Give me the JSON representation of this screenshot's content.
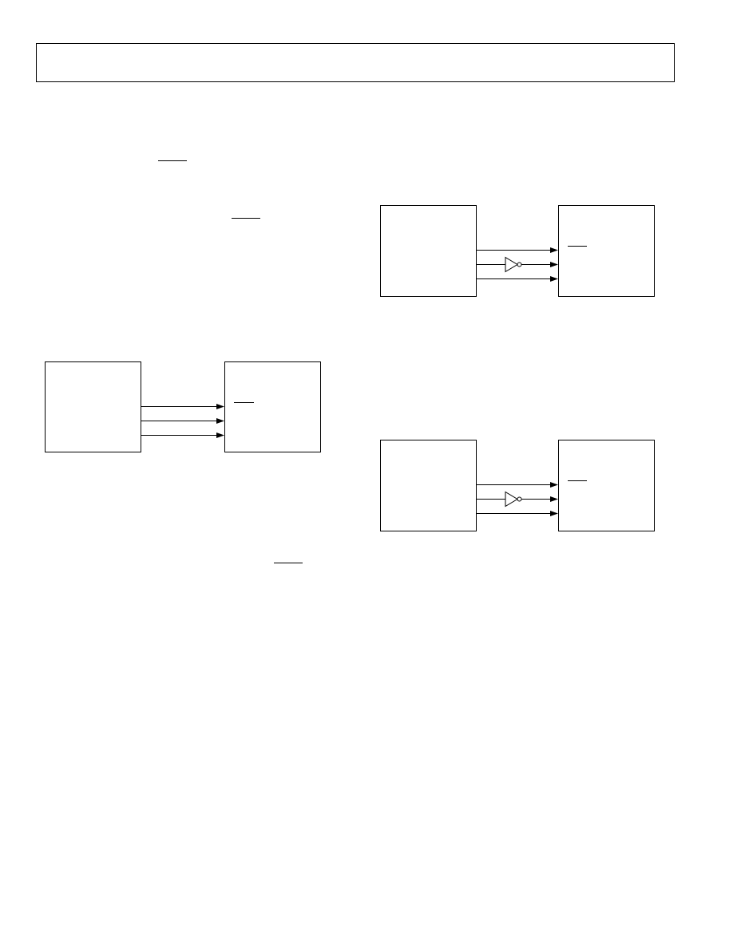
{
  "page": {
    "background": "#ffffff",
    "line_color": "#000000"
  },
  "header": {
    "text": ""
  },
  "body_text": {
    "overbars": [
      "",
      "",
      ""
    ]
  },
  "diagrams": [
    {
      "id": "diagram-direct",
      "left_box_label": "",
      "right_box_label": "",
      "right_box_pin_label": "",
      "signal_lines": 3,
      "inverter_on_line": null
    },
    {
      "id": "diagram-inverted-top",
      "left_box_label": "",
      "right_box_label": "",
      "right_box_pin_label": "",
      "signal_lines": 3,
      "inverter_on_line": 2
    },
    {
      "id": "diagram-inverted-bottom",
      "left_box_label": "",
      "right_box_label": "",
      "right_box_pin_label": "",
      "signal_lines": 3,
      "inverter_on_line": 2
    }
  ]
}
